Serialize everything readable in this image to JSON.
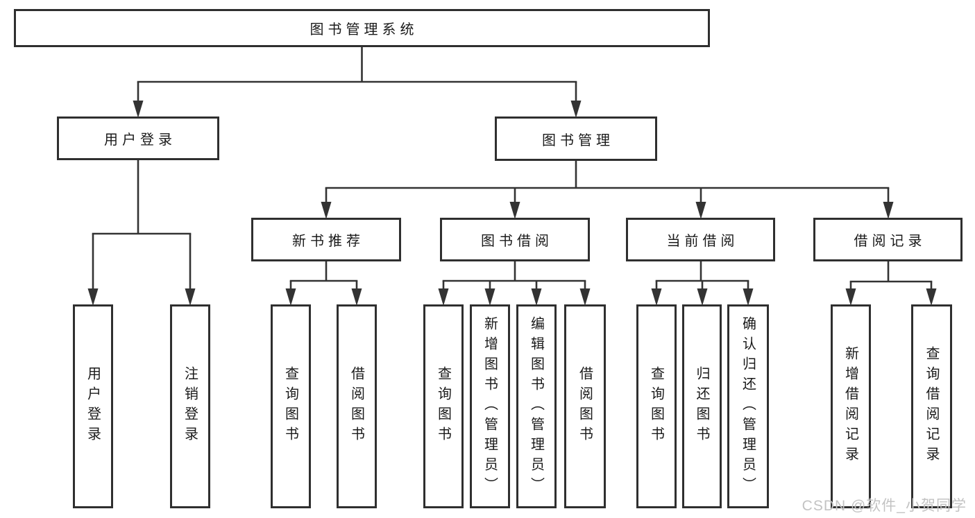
{
  "diagram": {
    "type": "hierarchy-tree",
    "background_color": "#ffffff",
    "line_color": "#333333",
    "box_border_color": "#2f2f2f",
    "box_fill_color": "#ffffff",
    "text_color": "#1a1a1a",
    "watermark": {
      "text": "CSDN @软件_小贺同学",
      "color": "#c3c3c3"
    },
    "tree": {
      "root": {
        "label": "图书管理系统",
        "children": [
          {
            "label": "用户登录",
            "children": [
              {
                "label": "用户登录"
              },
              {
                "label": "注销登录"
              }
            ]
          },
          {
            "label": "图书管理",
            "children": [
              {
                "label": "新书推荐",
                "children": [
                  {
                    "label": "查询图书"
                  },
                  {
                    "label": "借阅图书"
                  }
                ]
              },
              {
                "label": "图书借阅",
                "children": [
                  {
                    "label": "查询图书"
                  },
                  {
                    "label": "新增图书（管理员）"
                  },
                  {
                    "label": "编辑图书（管理员）"
                  },
                  {
                    "label": "借阅图书"
                  }
                ]
              },
              {
                "label": "当前借阅",
                "children": [
                  {
                    "label": "查询图书"
                  },
                  {
                    "label": "归还图书"
                  },
                  {
                    "label": "确认归还（管理员）"
                  }
                ]
              },
              {
                "label": "借阅记录",
                "children": [
                  {
                    "label": "新增借阅记录"
                  },
                  {
                    "label": "查询借阅记录"
                  }
                ]
              }
            ]
          }
        ]
      }
    }
  }
}
